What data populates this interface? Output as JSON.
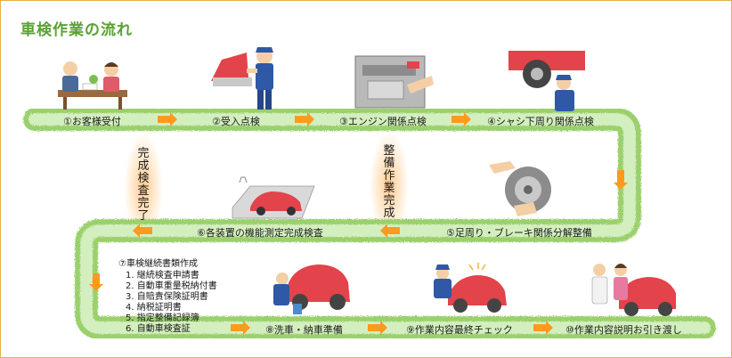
{
  "title": "車検作業の流れ",
  "colors": {
    "track": "#9bd06d",
    "track_light": "#d4efbf",
    "arrow": "#ff9a1f",
    "title": "#5aa132",
    "glow": "#ffc98a",
    "frame": "#e8b04a"
  },
  "steps": [
    {
      "label": "①お客様受付"
    },
    {
      "label": "②受入点検"
    },
    {
      "label": "③エンジン関係点検"
    },
    {
      "label": "④シャシ下周り関係点検"
    },
    {
      "label": "⑤足周り・ブレーキ関係分解整備"
    },
    {
      "label": "⑥各装置の機能測定完成検査"
    },
    {
      "label": "⑧洗車・納車準備"
    },
    {
      "label": "⑨作業内容最終チェック"
    },
    {
      "label": "⑩作業内容説明お引き渡し"
    }
  ],
  "labels": {
    "kansei": "完成検査完了",
    "seibi": "整備作業完成"
  },
  "documents": {
    "heading": "⑦車検継続書類作成",
    "items": [
      "1. 継続検査申請書",
      "2. 自動車重量税納付書",
      "3. 自賠責保険証明書",
      "4. 納税証明書",
      "5. 指定整備記録簿",
      "6. 自動車検査証"
    ]
  }
}
